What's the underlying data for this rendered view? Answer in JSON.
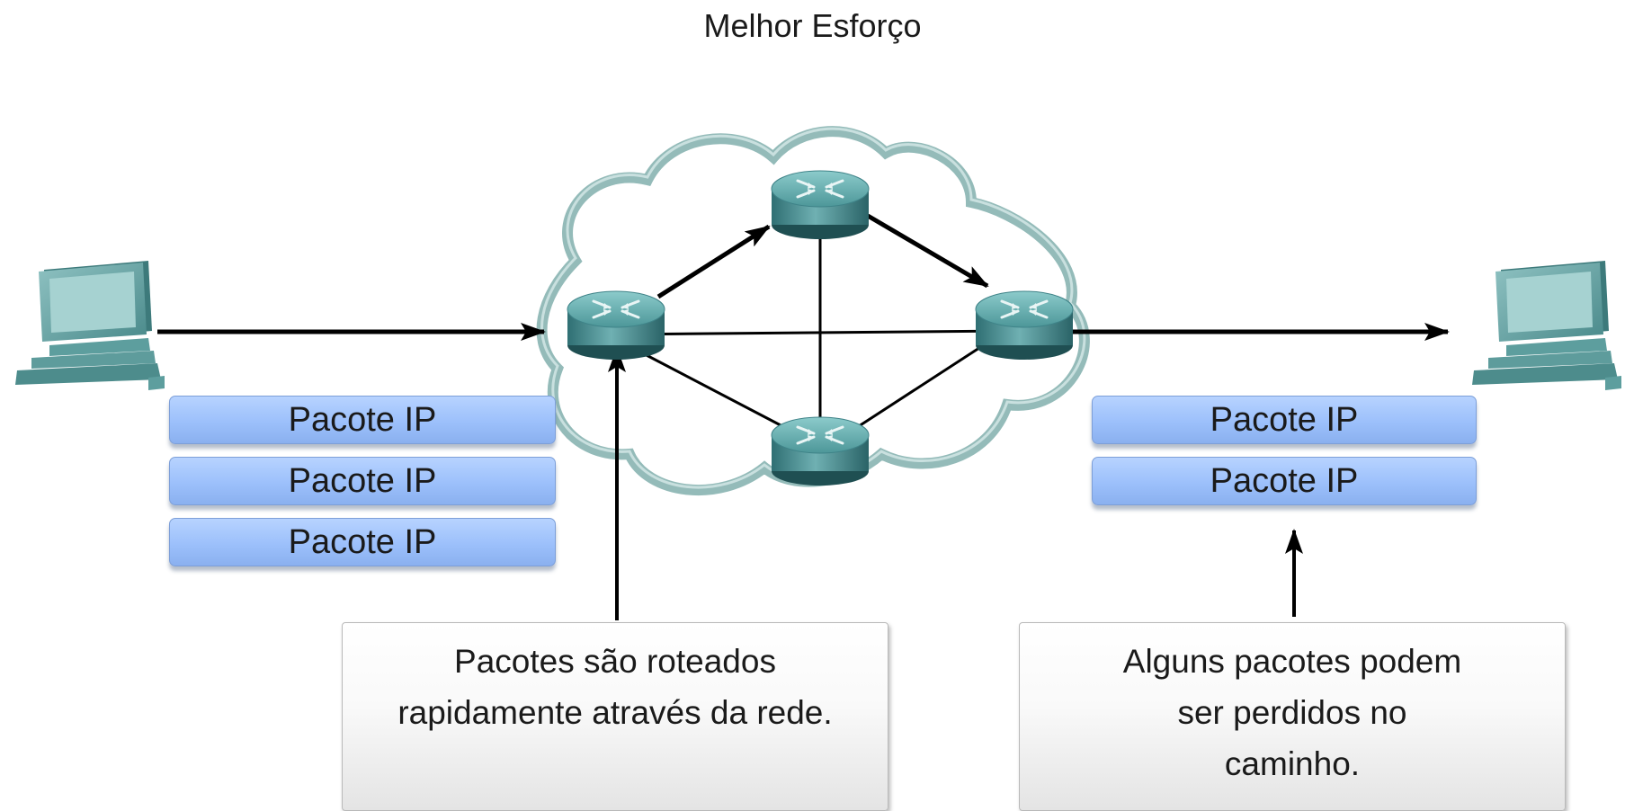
{
  "title": "Melhor Esforço",
  "left_packets": [
    "Pacote IP",
    "Pacote IP",
    "Pacote IP"
  ],
  "right_packets": [
    "Pacote IP",
    "Pacote IP"
  ],
  "note_routing": {
    "lines": [
      "Pacotes são roteados",
      "rapidamente através da rede."
    ]
  },
  "note_lost": {
    "lines": [
      "Alguns pacotes podem",
      "ser perdidos no",
      "caminho."
    ]
  },
  "icons": {
    "source": "desktop-computer-icon",
    "destination": "desktop-computer-icon",
    "network": "cloud-icon",
    "nodes": "router-icon"
  },
  "colors": {
    "cloud": "#8fb8b6",
    "router": "#3f8b8f",
    "computer": "#4f8f90",
    "packet": "#9cc0fb",
    "arrow": "#000000"
  }
}
